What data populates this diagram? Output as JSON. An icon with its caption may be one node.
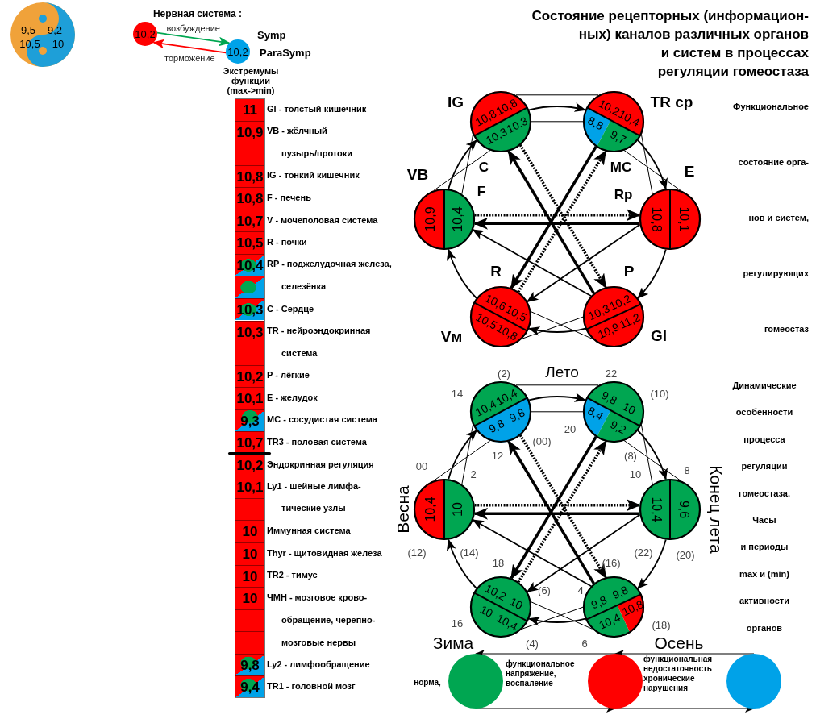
{
  "diagram": {
    "title": "Состояние рецепторных (информацион- ных) каналов различных органов и систем в процессах регуляции гомеостаза",
    "nodes": [
      {
        "text": [
          "9,5",
          "9,2",
          "10,5",
          "10"
        ]
      },
      {
        "text": [
          "10,2"
        ]
      },
      {
        "text": [
          "10,2"
        ]
      },
      {
        "text": [
          "10,8",
          "10,8",
          "10,3",
          "10,3"
        ],
        "beside": [
          "IG",
          "C"
        ]
      },
      {
        "text": [
          "10,2",
          "10,4",
          "8,8",
          "9,7"
        ],
        "beside": [
          "TR ср",
          "MC"
        ]
      },
      {
        "text": [
          "10,8",
          "10,1"
        ],
        "beside": [
          "E",
          "Rp"
        ]
      },
      {
        "text": [
          "10,3",
          "10,2",
          "10,9",
          "11,2"
        ],
        "beside": [
          "P",
          "GI"
        ]
      },
      {
        "text": [
          "10,6",
          "10,5",
          "10,5",
          "10,8"
        ],
        "beside": [
          "R",
          "Vм"
        ]
      },
      {
        "text": [
          "10,9",
          "10,4"
        ],
        "beside": [
          "VB",
          "F"
        ]
      },
      {
        "text": [
          "10,4",
          "10,4",
          "9,8",
          "9,8"
        ]
      },
      {
        "text": [
          "9,8",
          "10",
          "8,4",
          "9,2"
        ]
      },
      {
        "text": [
          "10,4",
          "9,6"
        ],
        "beside": [
          "Конец лета"
        ]
      },
      {
        "text": [
          "9,8",
          "9,8",
          "10,4",
          "10,8"
        ],
        "beside": [
          "Осень"
        ]
      },
      {
        "text": [
          "10,2",
          "10",
          "10",
          "10,4"
        ],
        "beside": [
          "Зима"
        ]
      },
      {
        "text": [
          "10,4",
          "10"
        ],
        "beside": [
          "Весна"
        ]
      },
      {
        "text": [],
        "shape": "circle"
      },
      {
        "text": [],
        "shape": "circle"
      },
      {
        "text": [],
        "shape": "circle"
      }
    ],
    "edges": [
      {
        "from": 1,
        "to": 2,
        "arrow": "to",
        "label": "возбуждение",
        "color": "#00a651"
      },
      {
        "from": 2,
        "to": 1,
        "arrow": "to",
        "label": "торможение",
        "color": "#ff0000"
      },
      {
        "from": 3,
        "to": 4,
        "arrow": "to"
      },
      {
        "from": 4,
        "to": 5,
        "arrow": "to"
      },
      {
        "from": 5,
        "to": 6,
        "arrow": "to"
      },
      {
        "from": 6,
        "to": 7,
        "arrow": "to"
      },
      {
        "from": 7,
        "to": 8,
        "arrow": "to"
      },
      {
        "from": 8,
        "to": 3,
        "arrow": "to"
      },
      {
        "from": 5,
        "to": 8,
        "arrow": "to",
        "style": "thick"
      },
      {
        "from": 8,
        "to": 5,
        "arrow": "to",
        "style": "dashed"
      },
      {
        "from": 6,
        "to": 3,
        "arrow": "to",
        "style": "thick"
      },
      {
        "from": 3,
        "to": 6,
        "arrow": "to",
        "style": "dashed"
      },
      {
        "from": 4,
        "to": 7,
        "arrow": "to",
        "style": "thick"
      },
      {
        "from": 7,
        "to": 4,
        "arrow": "to",
        "style": "dashed"
      },
      {
        "from": 5,
        "to": 7,
        "arrow": "to"
      },
      {
        "from": 6,
        "to": 8,
        "arrow": "to"
      },
      {
        "from": 3,
        "to": 4,
        "arrow": "none"
      },
      {
        "from": 3,
        "to": 4,
        "arrow": "none"
      },
      {
        "from": 3,
        "to": 8,
        "arrow": "none"
      },
      {
        "from": 8,
        "to": 3,
        "arrow": "none"
      },
      {
        "from": 4,
        "to": 5,
        "arrow": "none"
      },
      {
        "from": 4,
        "to": 5,
        "arrow": "none"
      },
      {
        "from": 7,
        "to": 6,
        "arrow": "none"
      },
      {
        "from": 7,
        "to": 6,
        "arrow": "none"
      },
      {
        "from": 9,
        "to": 10,
        "arrow": "to"
      },
      {
        "from": 10,
        "to": 11,
        "arrow": "to"
      },
      {
        "from": 11,
        "to": 12,
        "arrow": "to"
      },
      {
        "from": 12,
        "to": 13,
        "arrow": "to"
      },
      {
        "from": 13,
        "to": 14,
        "arrow": "to"
      },
      {
        "from": 14,
        "to": 9,
        "arrow": "to"
      },
      {
        "from": 11,
        "to": 14,
        "arrow": "to",
        "style": "thick"
      },
      {
        "from": 14,
        "to": 11,
        "arrow": "to",
        "style": "dashed"
      },
      {
        "from": 12,
        "to": 9,
        "arrow": "to",
        "style": "thick"
      },
      {
        "from": 9,
        "to": 12,
        "arrow": "to",
        "style": "dashed"
      },
      {
        "from": 10,
        "to": 13,
        "arrow": "to",
        "style": "thick"
      },
      {
        "from": 13,
        "to": 10,
        "arrow": "to",
        "style": "dashed"
      },
      {
        "from": 11,
        "to": 13,
        "arrow": "to"
      },
      {
        "from": 12,
        "to": 14,
        "arrow": "to"
      },
      {
        "from": 9,
        "to": 10,
        "arrow": "none"
      },
      {
        "from": 9,
        "to": 10,
        "arrow": "none"
      },
      {
        "from": 9,
        "to": 14,
        "arrow": "none"
      },
      {
        "from": 14,
        "to": 9,
        "arrow": "none"
      },
      {
        "from": 10,
        "to": 11,
        "arrow": "none"
      },
      {
        "from": 10,
        "to": 11,
        "arrow": "none"
      },
      {
        "from": 13,
        "to": 12,
        "arrow": "none"
      },
      {
        "from": 13,
        "to": 12,
        "arrow": "none"
      },
      {
        "from": 17,
        "to": 16,
        "arrow": "to"
      },
      {
        "from": 16,
        "to": 15,
        "arrow": "to"
      },
      {
        "from": 15,
        "to": 16,
        "arrow": "to"
      },
      {
        "from": 16,
        "to": 17,
        "arrow": "to"
      }
    ],
    "labels": [
      "Нервная система :",
      "Symp",
      "ParaSymp",
      "Экстремумы функции (max->min)",
      "11",
      "GI - толстый кишечник",
      "10,9",
      "VB - жёлчный пузырь/протоки",
      "10,8",
      "IG - тонкий кишечник",
      "10,8",
      "F - печень",
      "10,7",
      "V - мочеполовая система",
      "10,5",
      "R - почки",
      "10,4",
      "RP - поджелудочная железа, селезёнка",
      "10,3",
      "C - Сердце",
      "10,3",
      "TR - нейроэндокринная система",
      "10,2",
      "P - лёгкие",
      "10,1",
      "E - желудок",
      "9,3",
      "MC - сосудистая система",
      "10,7",
      "TR3 - половая система",
      "10,2",
      "Эндокринная регуляция",
      "10,1",
      "Ly1 - шейные лимфа- тические узлы",
      "10",
      "Иммунная система",
      "10",
      "Thyr - щитовидная железа",
      "10",
      "TR2 - тимус",
      "10",
      "ЧМН - мозговое крово- обращение, черепно- мозговые нервы",
      "9,8",
      "Ly2 - лимфообращение",
      "9,4",
      "TR1 - головной мозг",
      "Функциональное состояние орга- нов и систем, регулирующих гомеостаз",
      "(2)",
      "Лето",
      "22",
      "14",
      "(10)",
      "20",
      "(00)",
      "12",
      "(8)",
      "00",
      "2",
      "10",
      "8",
      "(12)",
      "(14)",
      "(22)",
      "(20)",
      "18",
      "(16)",
      "(6)",
      "4",
      "16",
      "(18)",
      "(4)",
      "6",
      "Динамические особенности процесса регуляции гомеостаза. Часы и периоды max и (min) активности органов",
      "норма,",
      "функциональное напряжение, воспаление",
      "функциональная недостаточность хронические нарушения"
    ]
  }
}
